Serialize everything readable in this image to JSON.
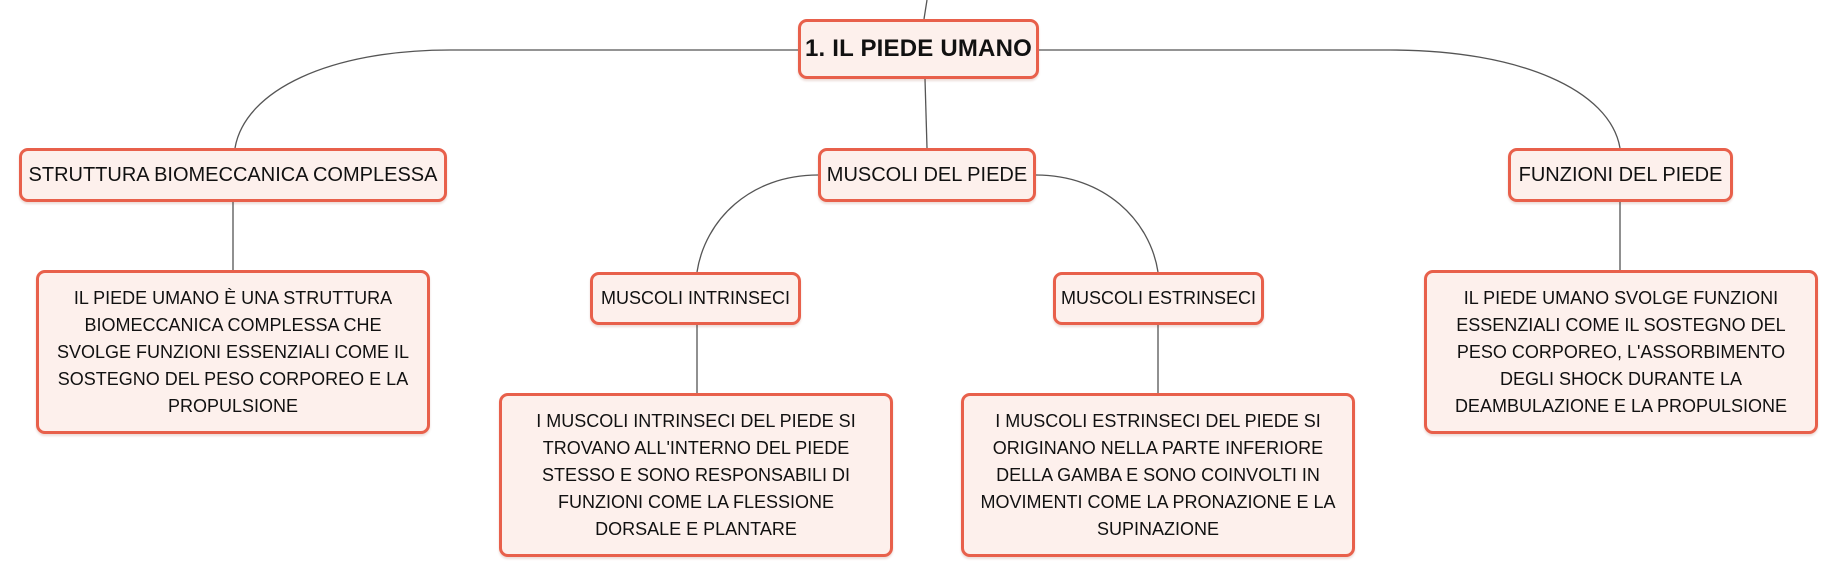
{
  "colors": {
    "node_border": "#e8604b",
    "node_fill": "#fdf0ec",
    "connector": "#555555",
    "text": "#111111"
  },
  "root": {
    "label": "1. IL PIEDE UMANO"
  },
  "branches": {
    "struttura": {
      "label": "STRUTTURA BIOMECCANICA COMPLESSA",
      "description": "IL PIEDE UMANO È UNA STRUTTURA BIOMECCANICA COMPLESSA CHE SVOLGE FUNZIONI ESSENZIALI COME IL SOSTEGNO DEL PESO CORPOREO E LA PROPULSIONE"
    },
    "muscoli": {
      "label": "MUSCOLI DEL PIEDE",
      "intrinseci": {
        "label": "MUSCOLI INTRINSECI",
        "description": "I MUSCOLI INTRINSECI DEL PIEDE SI TROVANO ALL'INTERNO DEL PIEDE STESSO E SONO RESPONSABILI DI FUNZIONI COME LA FLESSIONE DORSALE E PLANTARE"
      },
      "estrinseci": {
        "label": "MUSCOLI ESTRINSECI",
        "description": "I MUSCOLI ESTRINSECI DEL PIEDE SI ORIGINANO NELLA PARTE INFERIORE DELLA GAMBA E SONO COINVOLTI IN MOVIMENTI COME LA PRONAZIONE E LA SUPINAZIONE"
      }
    },
    "funzioni": {
      "label": "FUNZIONI DEL PIEDE",
      "description": "IL PIEDE UMANO SVOLGE FUNZIONI ESSENZIALI COME IL SOSTEGNO DEL PESO CORPOREO, L'ASSORBIMENTO DEGLI SHOCK DURANTE LA DEAMBULAZIONE E LA PROPULSIONE"
    }
  }
}
